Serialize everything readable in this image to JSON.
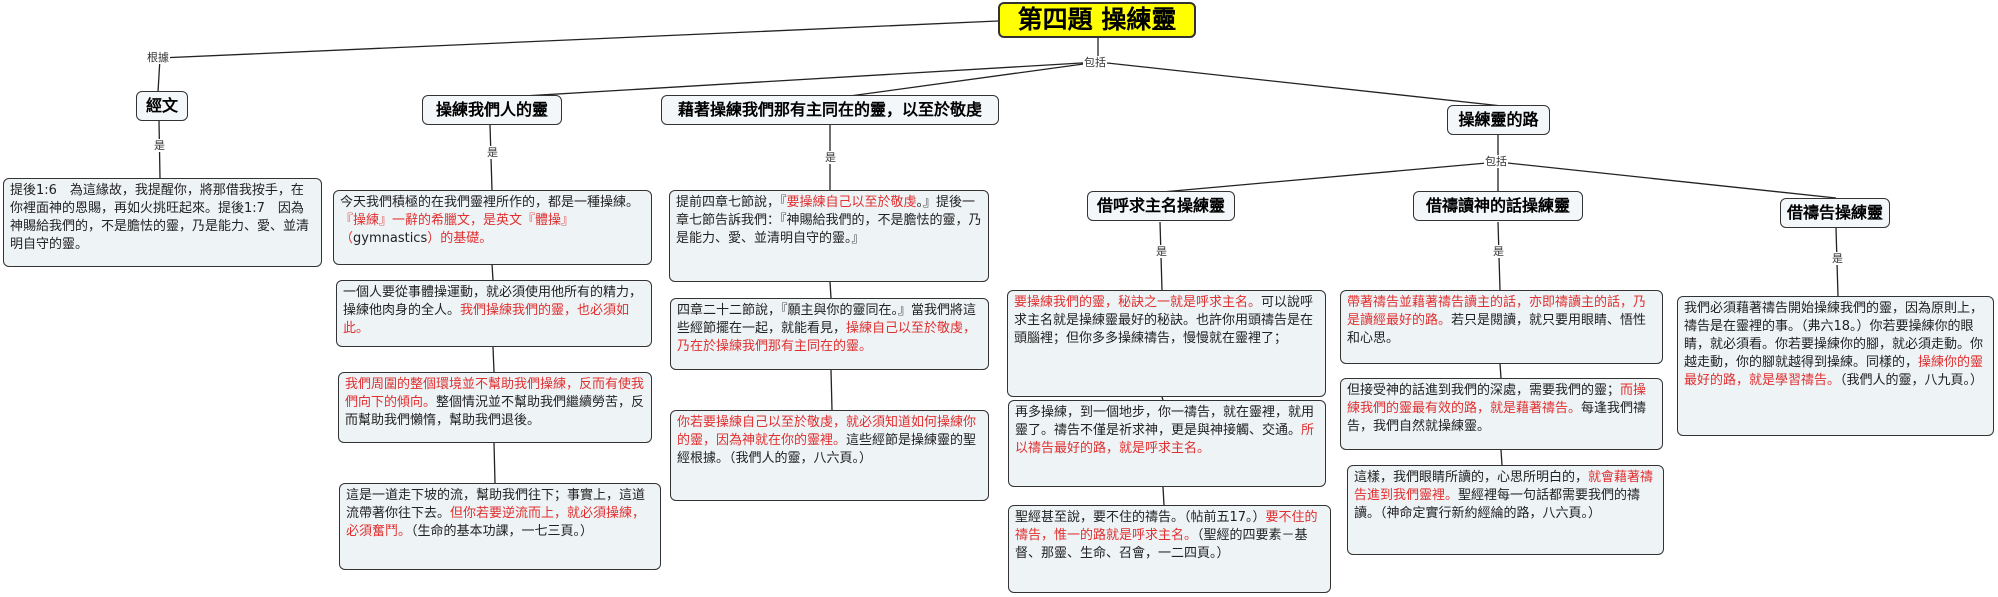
{
  "title": "第四題 操練靈",
  "links": {
    "gen": "根據",
    "incl": "包括",
    "is_jw": "是",
    "is_cl": "是",
    "is_jz": "是",
    "incl_way": "包括",
    "is_hj": "是",
    "is_dd": "是",
    "is_dg": "是"
  },
  "topics": {
    "jingwen": "經文",
    "caolian": "操練我們人的靈",
    "jiezhe": "藉著操練我們那有主同在的靈，以至於敬虔",
    "lu": "操練靈的路",
    "huqiu": "借呼求主名操練靈",
    "dudao": "借禱讀神的話操練靈",
    "daogao": "借禱告操練靈"
  },
  "boxes": {
    "jw1": [
      {
        "t": "提後1:6　為這緣故，我提醒你，將那借我按手，在你裡面神的恩賜，再如火挑旺起來。提後1:7　因為神賜給我們的，不是膽怯的靈，乃是能力、愛、並清明自守的靈。",
        "red": false
      }
    ],
    "c1": [
      {
        "t": "今天我們積極的在我們靈裡所作的，都是一種操練。",
        "red": false
      },
      {
        "t": "『操練』一辭的希臘文，是英文『體操』（",
        "red": true
      },
      {
        "t": "gymnastics",
        "red": false
      },
      {
        "t": "）的基礎。",
        "red": true
      }
    ],
    "c2": [
      {
        "t": "一個人要從事體操運動，就必須使用他所有的精力，操練他肉身的全人。",
        "red": false
      },
      {
        "t": "我們操練我們的靈，也必須如此。",
        "red": true
      }
    ],
    "c3": [
      {
        "t": "我們周圍的整個環境並不幫助我們操練，反而有使我們向下的傾向。",
        "red": true
      },
      {
        "t": "整個情況並不幫助我們繼續勞苦，反而幫助我們懶惰，幫助我們退後。",
        "red": false
      }
    ],
    "c4": [
      {
        "t": "這是一道走下坡的流，幫助我們往下；事實上，這道流帶著你往下去。",
        "red": false
      },
      {
        "t": "但你若要逆流而上，就必須操練，必須奮鬥。",
        "red": true
      },
      {
        "t": "（生命的基本功課，一七三頁。）",
        "red": false
      }
    ],
    "j1": [
      {
        "t": "提前四章七節說，『",
        "red": false
      },
      {
        "t": "要操練自己以至於敬虔",
        "red": true
      },
      {
        "t": "。』提後一章七節告訴我們：『神賜給我們的，不是膽怯的靈，乃是能力、愛、並清明自守的靈。』",
        "red": false
      }
    ],
    "j2": [
      {
        "t": "四章二十二節說，『願主與你的靈同在。』當我們將這些經節擺在一起，就能看見，",
        "red": false
      },
      {
        "t": "操練自己以至於敬虔，乃在於操練我們那有主同在的靈。",
        "red": true
      }
    ],
    "j3": [
      {
        "t": "你若要操練自己以至於敬虔，就必須知道如何操練你的靈，因為神就在你的靈裡。",
        "red": true
      },
      {
        "t": "這些經節是操練靈的聖經根據。（我們人的靈，八六頁。）",
        "red": false
      }
    ],
    "h1": [
      {
        "t": "要操練我們的靈，秘訣之一就是呼求主名。",
        "red": true
      },
      {
        "t": "可以說呼求主名就是操練靈最好的秘訣。也許你用頭禱告是在頭腦裡；但你多多操練禱告，慢慢就在靈裡了；",
        "red": false
      }
    ],
    "h2": [
      {
        "t": "再多操練，到一個地步，你一禱告，就在靈裡，就用靈了。禱告不僅是祈求神，更是與神接觸、交通。",
        "red": false
      },
      {
        "t": "所以禱告最好的路，就是呼求主名。",
        "red": true
      }
    ],
    "h3": [
      {
        "t": "聖經甚至說，要不住的禱告。（帖前五17。）",
        "red": false
      },
      {
        "t": "要不住的禱告，惟一的路就是呼求主名。",
        "red": true
      },
      {
        "t": "（聖經的四要素－基督、那靈、生命、召會，一二四頁。）",
        "red": false
      }
    ],
    "d1": [
      {
        "t": "帶著禱告並藉著禱告讀主的話，亦即禱讀主的話，乃是讀經最好的路。",
        "red": true
      },
      {
        "t": "若只是閱讀，就只要用眼睛、悟性和心思。",
        "red": false
      }
    ],
    "d2": [
      {
        "t": "但接受神的話進到我們的深處，需要我們的靈；",
        "red": false
      },
      {
        "t": "而操練我們的靈最有效的路，就是藉著禱告。",
        "red": true
      },
      {
        "t": "每逢我們禱告，我們自然就操練靈。",
        "red": false
      }
    ],
    "d3": [
      {
        "t": "這樣，我們眼睛所讀的，心思所明白的，",
        "red": false
      },
      {
        "t": "就會藉著禱告進到我們靈裡。",
        "red": true
      },
      {
        "t": "聖經裡每一句話都需要我們的禱讀。（神命定實行新約經綸的路，八六頁。）",
        "red": false
      }
    ],
    "g1": [
      {
        "t": "我們必須藉著禱告開始操練我們的靈，因為原則上，禱告是在靈裡的事。（弗六18。）你若要操練你的眼睛，就必須看。你若要操練你的腳，就必須走動。你越走動，你的腳就越得到操練。同樣的，",
        "red": false
      },
      {
        "t": "操練你的靈最好的路，就是學習禱告。",
        "red": true
      },
      {
        "t": "（我們人的靈，八九頁。）",
        "red": false
      }
    ]
  }
}
